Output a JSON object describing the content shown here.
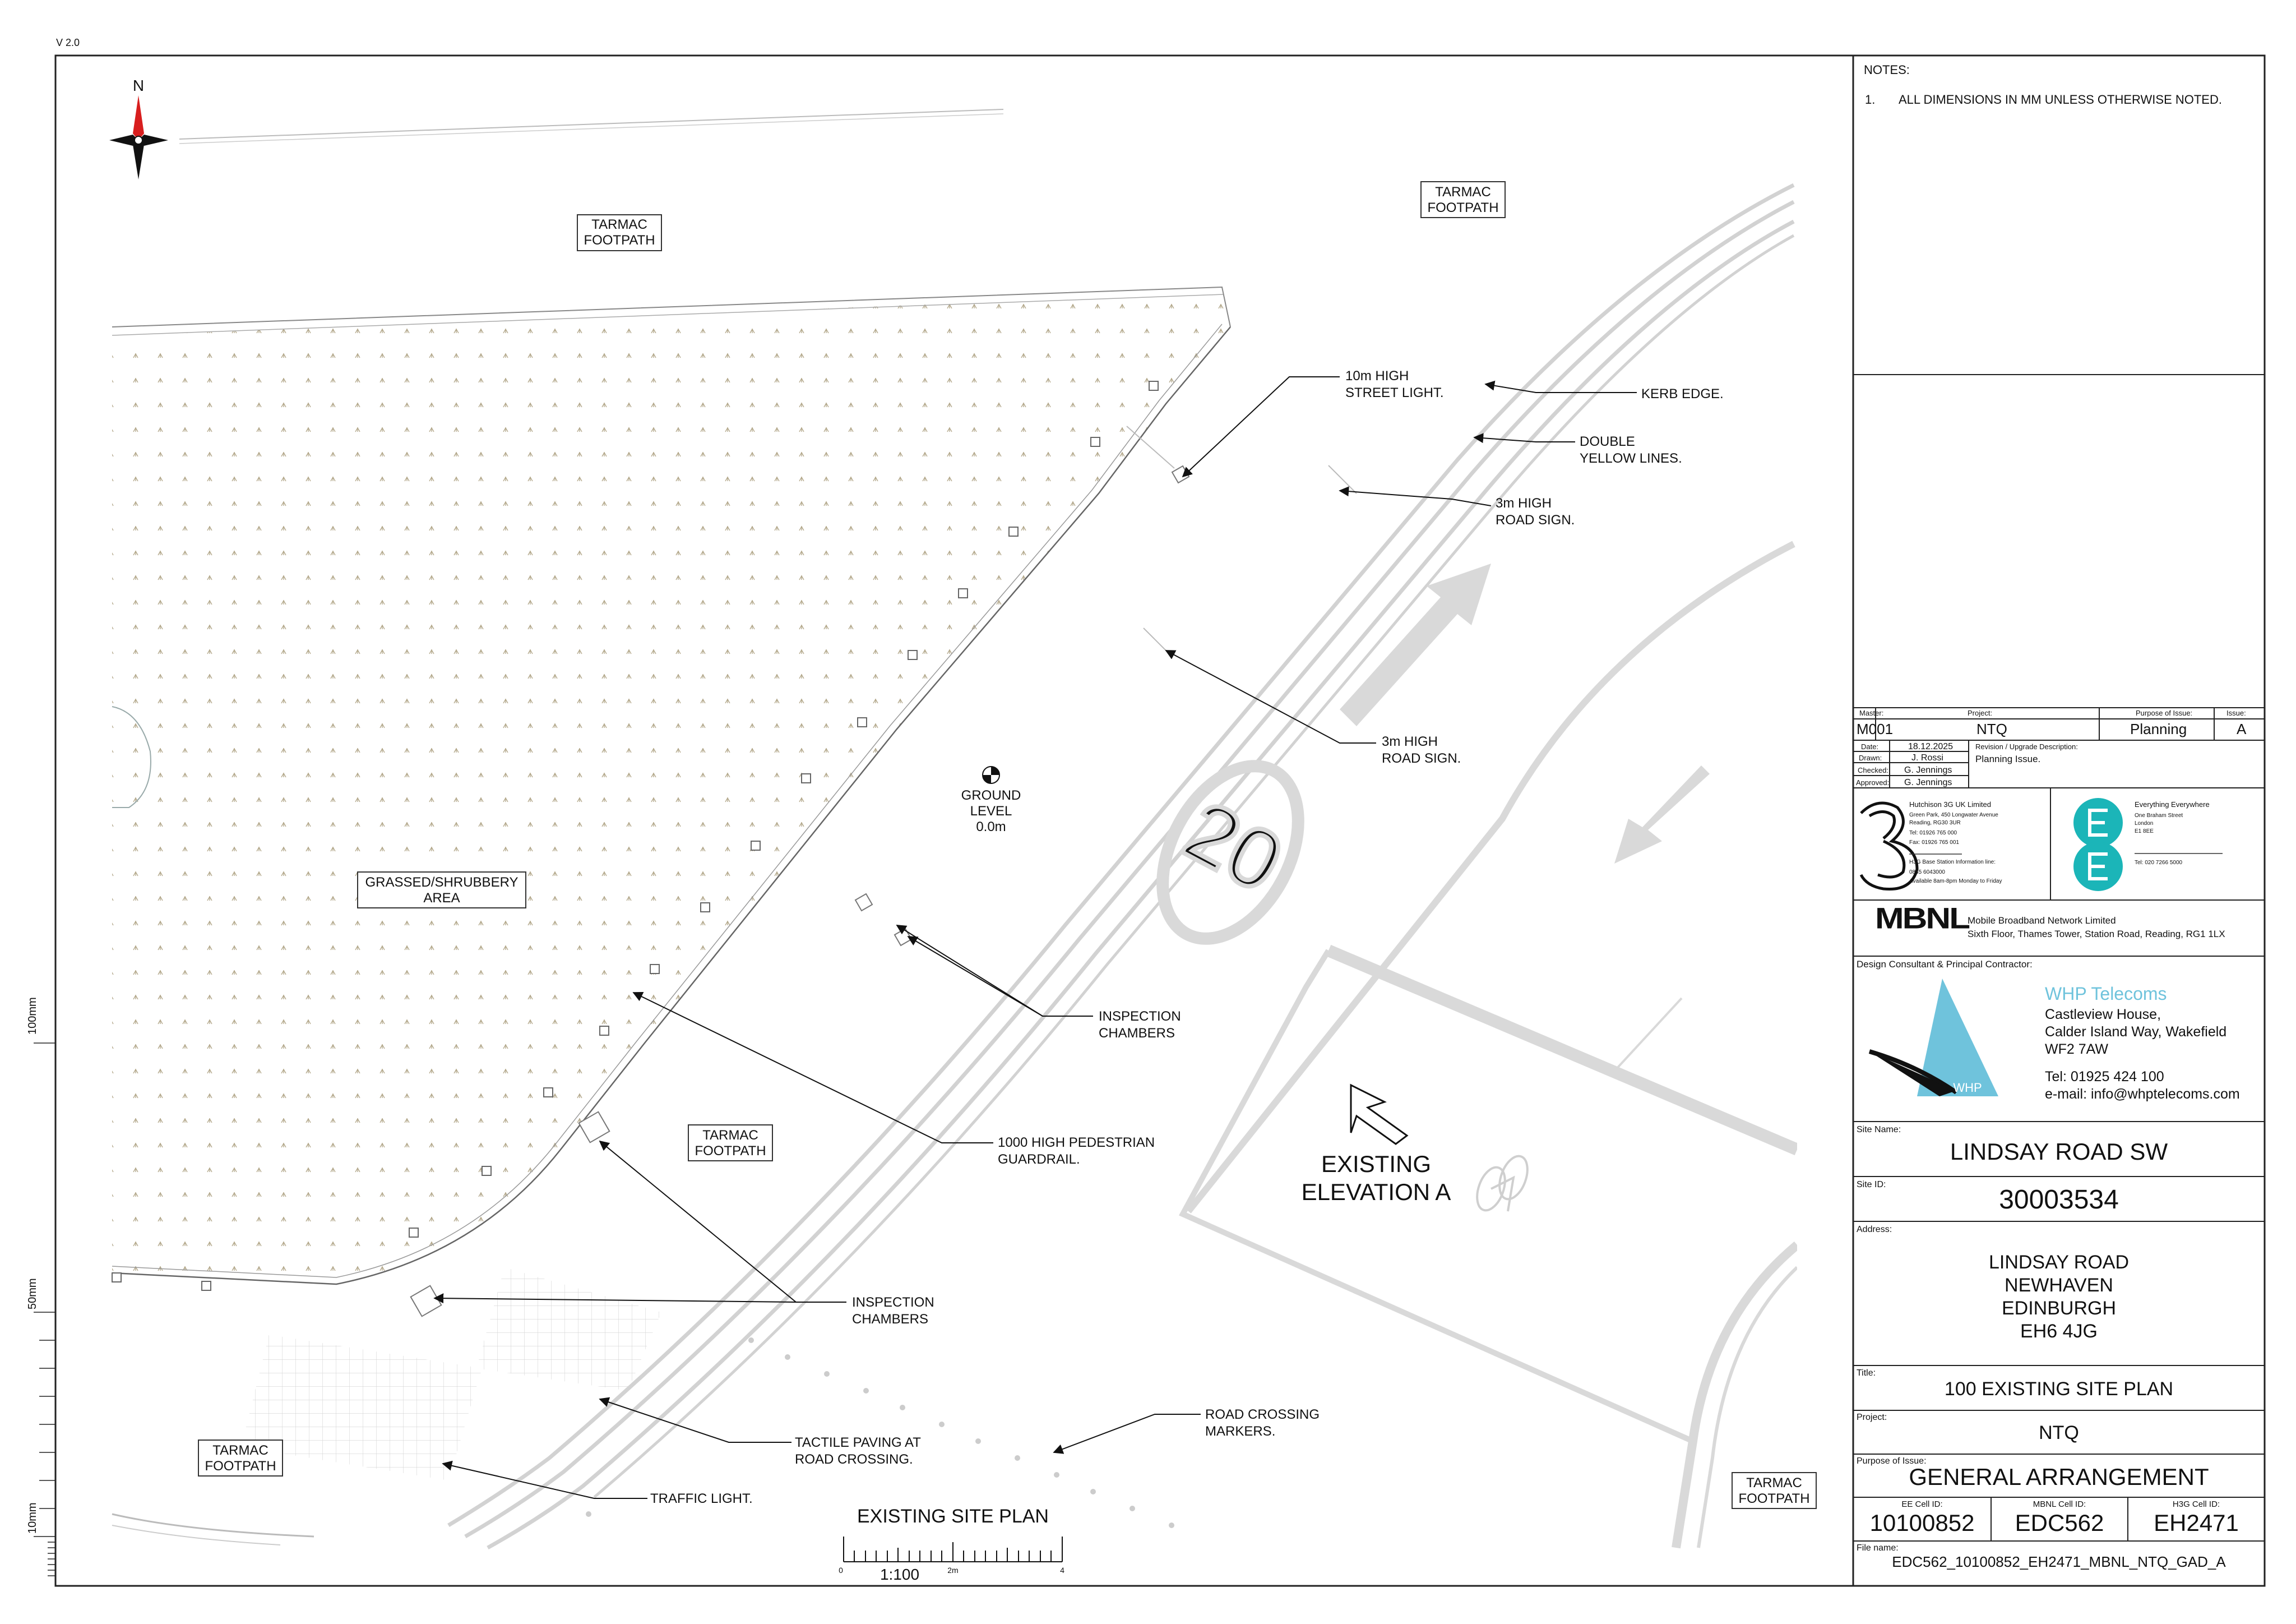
{
  "version": "V 2.0",
  "notes": {
    "heading": "NOTES:",
    "items": [
      {
        "num": "1.",
        "text": "ALL DIMENSIONS IN MM UNLESS OTHERWISE NOTED."
      }
    ]
  },
  "north_label": "N",
  "area_labels": {
    "tarmac_top_left": [
      "TARMAC",
      "FOOTPATH"
    ],
    "tarmac_top_right": [
      "TARMAC",
      "FOOTPATH"
    ],
    "tarmac_middle": [
      "TARMAC",
      "FOOTPATH"
    ],
    "tarmac_bottom_left": [
      "TARMAC",
      "FOOTPATH"
    ],
    "tarmac_bottom_right": [
      "TARMAC",
      "FOOTPATH"
    ],
    "grassed": [
      "GRASSED/SHRUBBERY",
      "AREA"
    ]
  },
  "annotations": {
    "street_light": [
      "10m HIGH",
      "STREET LIGHT."
    ],
    "kerb_edge": [
      "KERB EDGE."
    ],
    "yellow_lines": [
      "DOUBLE",
      "YELLOW LINES."
    ],
    "road_sign_1": [
      "3m HIGH",
      "ROAD SIGN."
    ],
    "road_sign_2": [
      "3m HIGH",
      "ROAD SIGN."
    ],
    "ground_level": [
      "GROUND",
      "LEVEL",
      "0.0m"
    ],
    "inspection_1": [
      "INSPECTION",
      "CHAMBERS"
    ],
    "guardrail": [
      "1000 HIGH PEDESTRIAN",
      "GUARDRAIL."
    ],
    "inspection_2": [
      "INSPECTION",
      "CHAMBERS"
    ],
    "tactile": [
      "TACTILE PAVING AT",
      "ROAD CROSSING."
    ],
    "crossing_markers": [
      "ROAD CROSSING",
      "MARKERS."
    ],
    "traffic_light": [
      "TRAFFIC LIGHT."
    ],
    "elevation": [
      "EXISTING",
      "ELEVATION A"
    ],
    "speed": "20"
  },
  "plan_title": "EXISTING SITE PLAN",
  "scale": {
    "ratio": "1:100",
    "ticks": [
      "0",
      "2m",
      "4"
    ]
  },
  "margin_ruler": {
    "labels": [
      "100mm",
      "50mm",
      "10mm"
    ]
  },
  "title_block": {
    "master_label": "Master:",
    "master": "M001",
    "project_label": "Project:",
    "project": "NTQ",
    "purpose_label": "Purpose of Issue:",
    "purpose": "Planning",
    "issue_label": "Issue:",
    "issue": "A",
    "date_label": "Date:",
    "date": "18.12.2025",
    "drawn_label": "Drawn:",
    "drawn": "J. Rossi",
    "checked_label": "Checked:",
    "checked": "G. Jennings",
    "approved_label": "Approved:",
    "approved": "G. Jennings",
    "revision_label": "Revision / Upgrade Description:",
    "revision": "Planning Issue.",
    "three": {
      "name": "Hutchison 3G UK Limited",
      "address": [
        "Green Park, 450 Longwater Avenue",
        "Reading, RG30 3UR"
      ],
      "tel": "Tel: 01926 765 000",
      "fax": "Fax: 01926 765 001",
      "info": [
        "H3G Base Station Information line:",
        "0845 6043000",
        "Available 8am-8pm Monday to Friday"
      ]
    },
    "ee": {
      "name": "Everything Everywhere",
      "address": [
        "One Braham Street",
        "London",
        "E1 8EE"
      ],
      "tel": "Tel: 020 7266 5000"
    },
    "mbnl": {
      "logo": "MBNL",
      "name": "Mobile Broadband Network Limited",
      "address": "Sixth Floor, Thames Tower,  Station Road, Reading, RG1 1LX"
    },
    "consultant_label": "Design Consultant & Principal Contractor:",
    "whp": {
      "name": "WHP Telecoms",
      "logo": "WHP",
      "address": [
        "Castleview House,",
        "Calder Island Way, Wakefield",
        "WF2 7AW"
      ],
      "tel": "Tel: 01925 424 100",
      "email": "e-mail: info@whptelecoms.com"
    },
    "site_name_label": "Site Name:",
    "site_name": "LINDSAY ROAD SW",
    "site_id_label": "Site ID:",
    "site_id": "30003534",
    "address_label": "Address:",
    "address": [
      "LINDSAY ROAD",
      "NEWHAVEN",
      "EDINBURGH",
      "EH6 4JG"
    ],
    "title_label": "Title:",
    "title": "100 EXISTING SITE PLAN",
    "project2_label": "Project:",
    "project2": "NTQ",
    "purpose2_label": "Purpose of Issue:",
    "purpose2": "GENERAL ARRANGEMENT",
    "ee_cell_label": "EE Cell ID:",
    "ee_cell": "10100852",
    "mbnl_cell_label": "MBNL Cell ID:",
    "mbnl_cell": "EDC562",
    "h3g_cell_label": "H3G Cell ID:",
    "h3g_cell": "EH2471",
    "file_label": "File name:",
    "file": "EDC562_10100852_EH2471_MBNL_NTQ_GAD_A"
  },
  "colors": {
    "road": "#d9d9d9",
    "north": "#d81e1e",
    "ee": "#1bb5b8",
    "whp": "#6fc3dc"
  }
}
